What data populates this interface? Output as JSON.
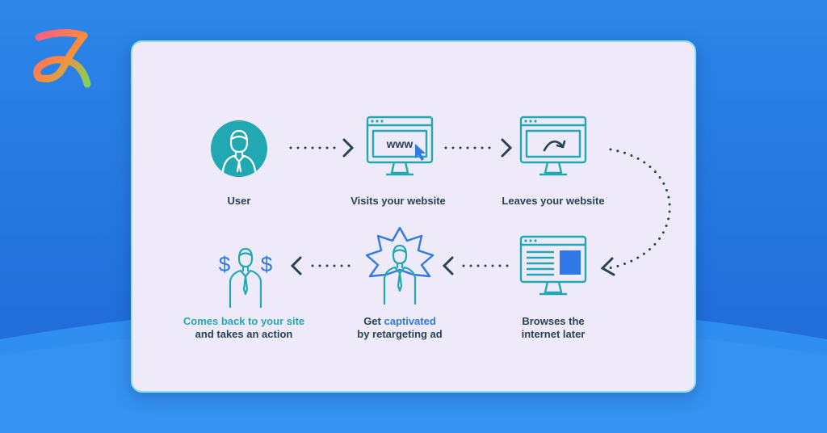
{
  "colors": {
    "background": "#2f8ae6",
    "card": "#efeaf9",
    "teal": "#21a8b3",
    "navy": "#274257",
    "accent_blue": "#2f78e6"
  },
  "steps": {
    "user": {
      "label": "User"
    },
    "visit": {
      "label": "Visits your website",
      "screen_text": "www"
    },
    "leave": {
      "label": "Leaves your website"
    },
    "browse": {
      "line1": "Browses the",
      "line2": "internet later"
    },
    "captivated": {
      "pre": "Get ",
      "highlight": "captivated",
      "line2": "by retargeting ad"
    },
    "comeback": {
      "line1": "Comes back to your site",
      "line2": "and takes an action",
      "symbol": "$"
    }
  },
  "icons": [
    "brand-logo-icon",
    "user-avatar-icon",
    "monitor-www-icon",
    "cursor-icon",
    "monitor-redirect-icon",
    "monitor-ad-icon",
    "person-starburst-icon",
    "person-dollar-icon"
  ]
}
